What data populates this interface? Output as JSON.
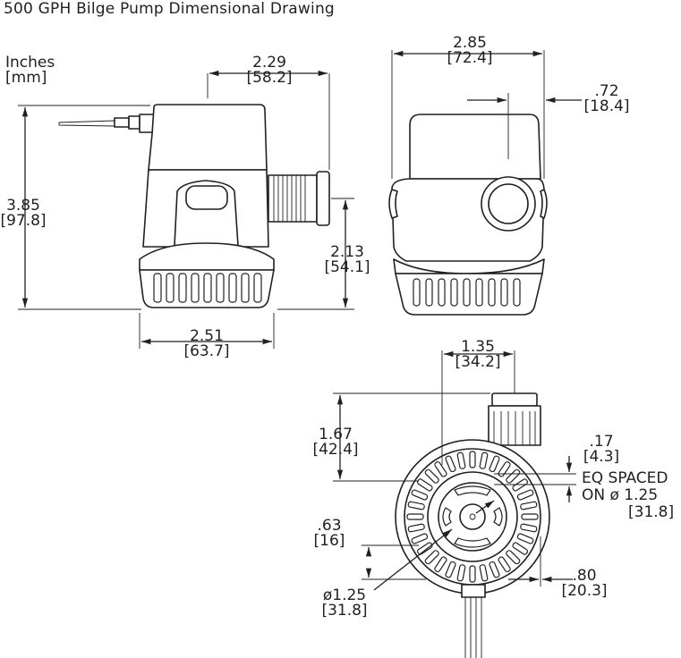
{
  "title": "500 GPH Bilge Pump Dimensional Drawing",
  "units": {
    "line1": "Inches",
    "line2": "[mm]"
  },
  "dimensions": {
    "height": {
      "in": "3.85",
      "mm": "[97.8]"
    },
    "outlet_reach": {
      "in": "2.29",
      "mm": "[58.2]"
    },
    "outlet_height": {
      "in": "2.13",
      "mm": "[54.1]"
    },
    "base_width": {
      "in": "2.51",
      "mm": "[63.7]"
    },
    "front_width": {
      "in": "2.85",
      "mm": "[72.4]"
    },
    "outlet_offset": {
      "in": ".72",
      "mm": "[18.4]"
    },
    "top_offset_x": {
      "in": "1.35",
      "mm": "[34.2]"
    },
    "top_offset_y": {
      "in": "1.67",
      "mm": "[42.4]"
    },
    "hole_size": {
      "in": ".17",
      "mm": "[4.3]"
    },
    "hole_note": {
      "line1": "EQ SPACED",
      "line2": "ON ø 1.25",
      "line3": "[31.8]"
    },
    "wire_offset": {
      "in": ".63",
      "mm": "[16]"
    },
    "circle_diameter": {
      "in": "ø1.25",
      "mm": "[31.8]"
    },
    "wire_spacing": {
      "in": ".80",
      "mm": "[20.3]"
    }
  }
}
